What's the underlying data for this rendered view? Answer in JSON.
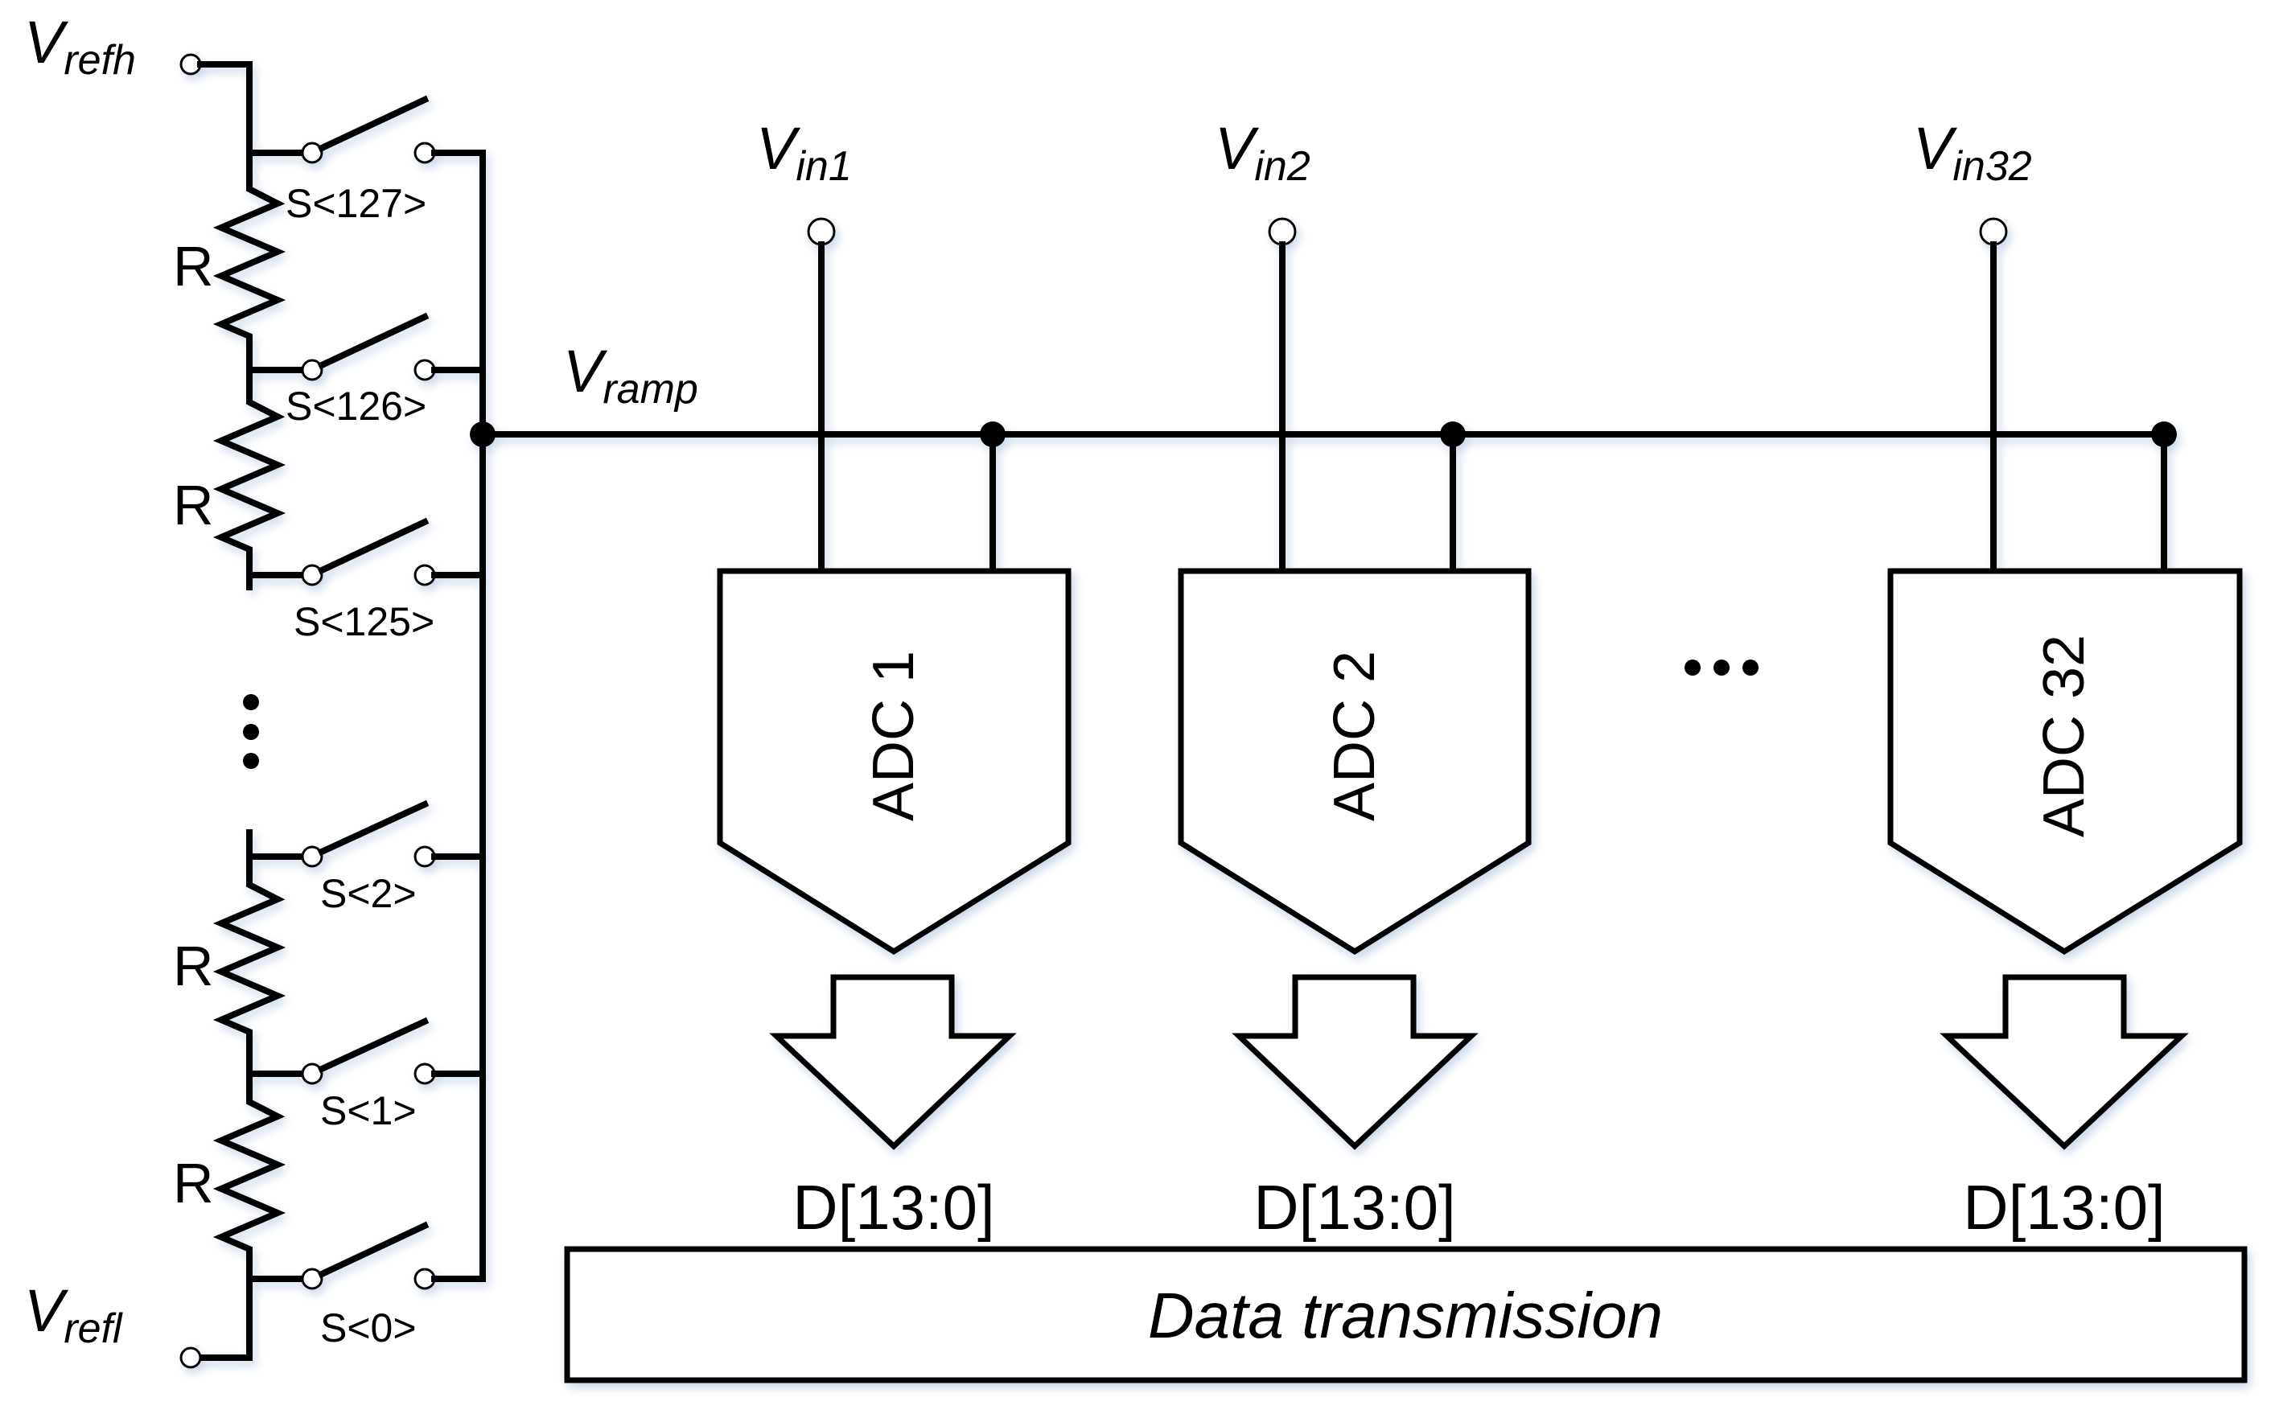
{
  "reference": {
    "vrefh": {
      "main": "V",
      "sub": "refh"
    },
    "vrefl": {
      "main": "V",
      "sub": "refl"
    }
  },
  "ladder": {
    "resistor_label": "R",
    "switches_top": [
      "S<127>",
      "S<126>",
      "S<125>"
    ],
    "switches_bottom": [
      "S<2>",
      "S<1>",
      "S<0>"
    ],
    "ellipsis": "⋮"
  },
  "ramp": {
    "main": "V",
    "sub": "ramp"
  },
  "channels": [
    {
      "input_main": "V",
      "input_sub": "in1",
      "adc_label": "ADC 1",
      "output_label": "D[13:0]"
    },
    {
      "input_main": "V",
      "input_sub": "in2",
      "adc_label": "ADC 2",
      "output_label": "D[13:0]"
    },
    {
      "input_main": "V",
      "input_sub": "in32",
      "adc_label": "ADC 32",
      "output_label": "D[13:0]"
    }
  ],
  "channel_ellipsis": "…",
  "data_block": {
    "label": "Data transmission"
  }
}
